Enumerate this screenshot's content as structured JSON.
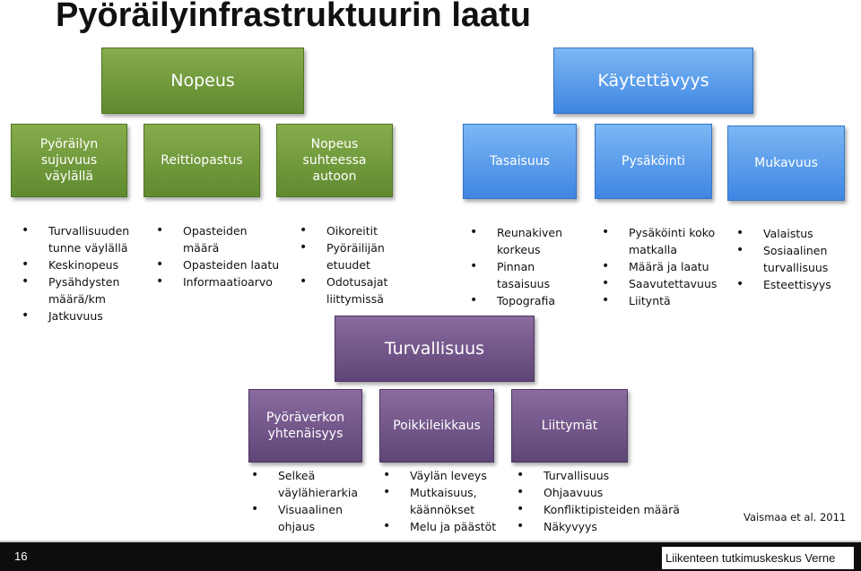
{
  "title": "Pyöräilyinfrastruktuurin laatu",
  "nopeus": {
    "header": "Nopeus",
    "columns": [
      {
        "label": "Pyöräilyn\nsujuvuus\nväylällä",
        "items": [
          "Turvallisuuden\ntunne väylällä",
          "Keskinopeus",
          "Pysähdysten\nmäärä/km",
          "Jatkuvuus"
        ]
      },
      {
        "label": "Reittiopastus",
        "items": [
          "Opasteiden\nmäärä",
          "Opasteiden laatu",
          "Informaatioarvo"
        ]
      },
      {
        "label": "Nopeus\nsuhteessa\nautoon",
        "items": [
          "Oikoreitit",
          "Pyöräilijän\netuudet",
          "Odotusajat\nliittymissä"
        ]
      }
    ]
  },
  "kaytettavyys": {
    "header": "Käytettävyys",
    "columns": [
      {
        "label": "Tasaisuus",
        "items": [
          "Reunakiven\nkorkeus",
          "Pinnan\ntasaisuus",
          "Topografia"
        ]
      },
      {
        "label": "Pysäköinti",
        "items": [
          "Pysäköinti koko\nmatkalla",
          "Määrä ja laatu",
          "Saavutettavuus",
          "Liityntä"
        ]
      },
      {
        "label": "Mukavuus",
        "items": [
          "Valaistus",
          "Sosiaalinen\nturvallisuus",
          "Esteettisyys"
        ]
      }
    ]
  },
  "turvallisuus": {
    "header": "Turvallisuus",
    "columns": [
      {
        "label": "Pyöräverkon\nyhtenäisyys",
        "items": [
          "Selkeä\nväylähierarkia",
          "Visuaalinen\nohjaus"
        ]
      },
      {
        "label": "Poikkileikkaus",
        "items": [
          "Väylän leveys",
          "Mutkaisuus,\nkäännökset",
          "Melu ja päästöt"
        ]
      },
      {
        "label": "Liittymät",
        "items": [
          "Turvallisuus",
          "Ohjaavuus",
          "Konfliktipisteiden määrä",
          "Näkyvyys"
        ]
      }
    ]
  },
  "citation": "Vaismaa et al. 2011",
  "footer": {
    "page": "16",
    "org": "Liikenteen tutkimuskeskus Verne"
  },
  "colors": {
    "green": "#6f9a3a",
    "blue": "#4a90e2",
    "purple": "#6b4f84"
  }
}
